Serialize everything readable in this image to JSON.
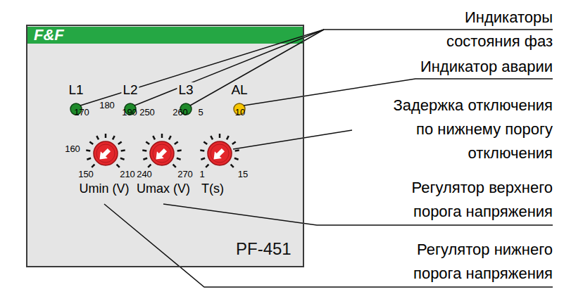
{
  "diagram": {
    "nodes": [
      {
        "text": [
          "PF-451"
        ]
      }
    ],
    "labels": [
      "F&F",
      "L1",
      "L2",
      "L3",
      "AL",
      "150",
      "160",
      "170",
      "180",
      "190",
      "210",
      "240",
      "250",
      "260",
      "270",
      "1",
      "5",
      "10",
      "15",
      "Umin (V)",
      "Umax (V)",
      "T(s)",
      "Индикаторы состояния фаз",
      "Индикатор аварии",
      "Задержка отключения по нижнему порогу отключения",
      "Регулятор верхнего порога напряжения",
      "Регулятор нижнего порога напряжения"
    ]
  }
}
